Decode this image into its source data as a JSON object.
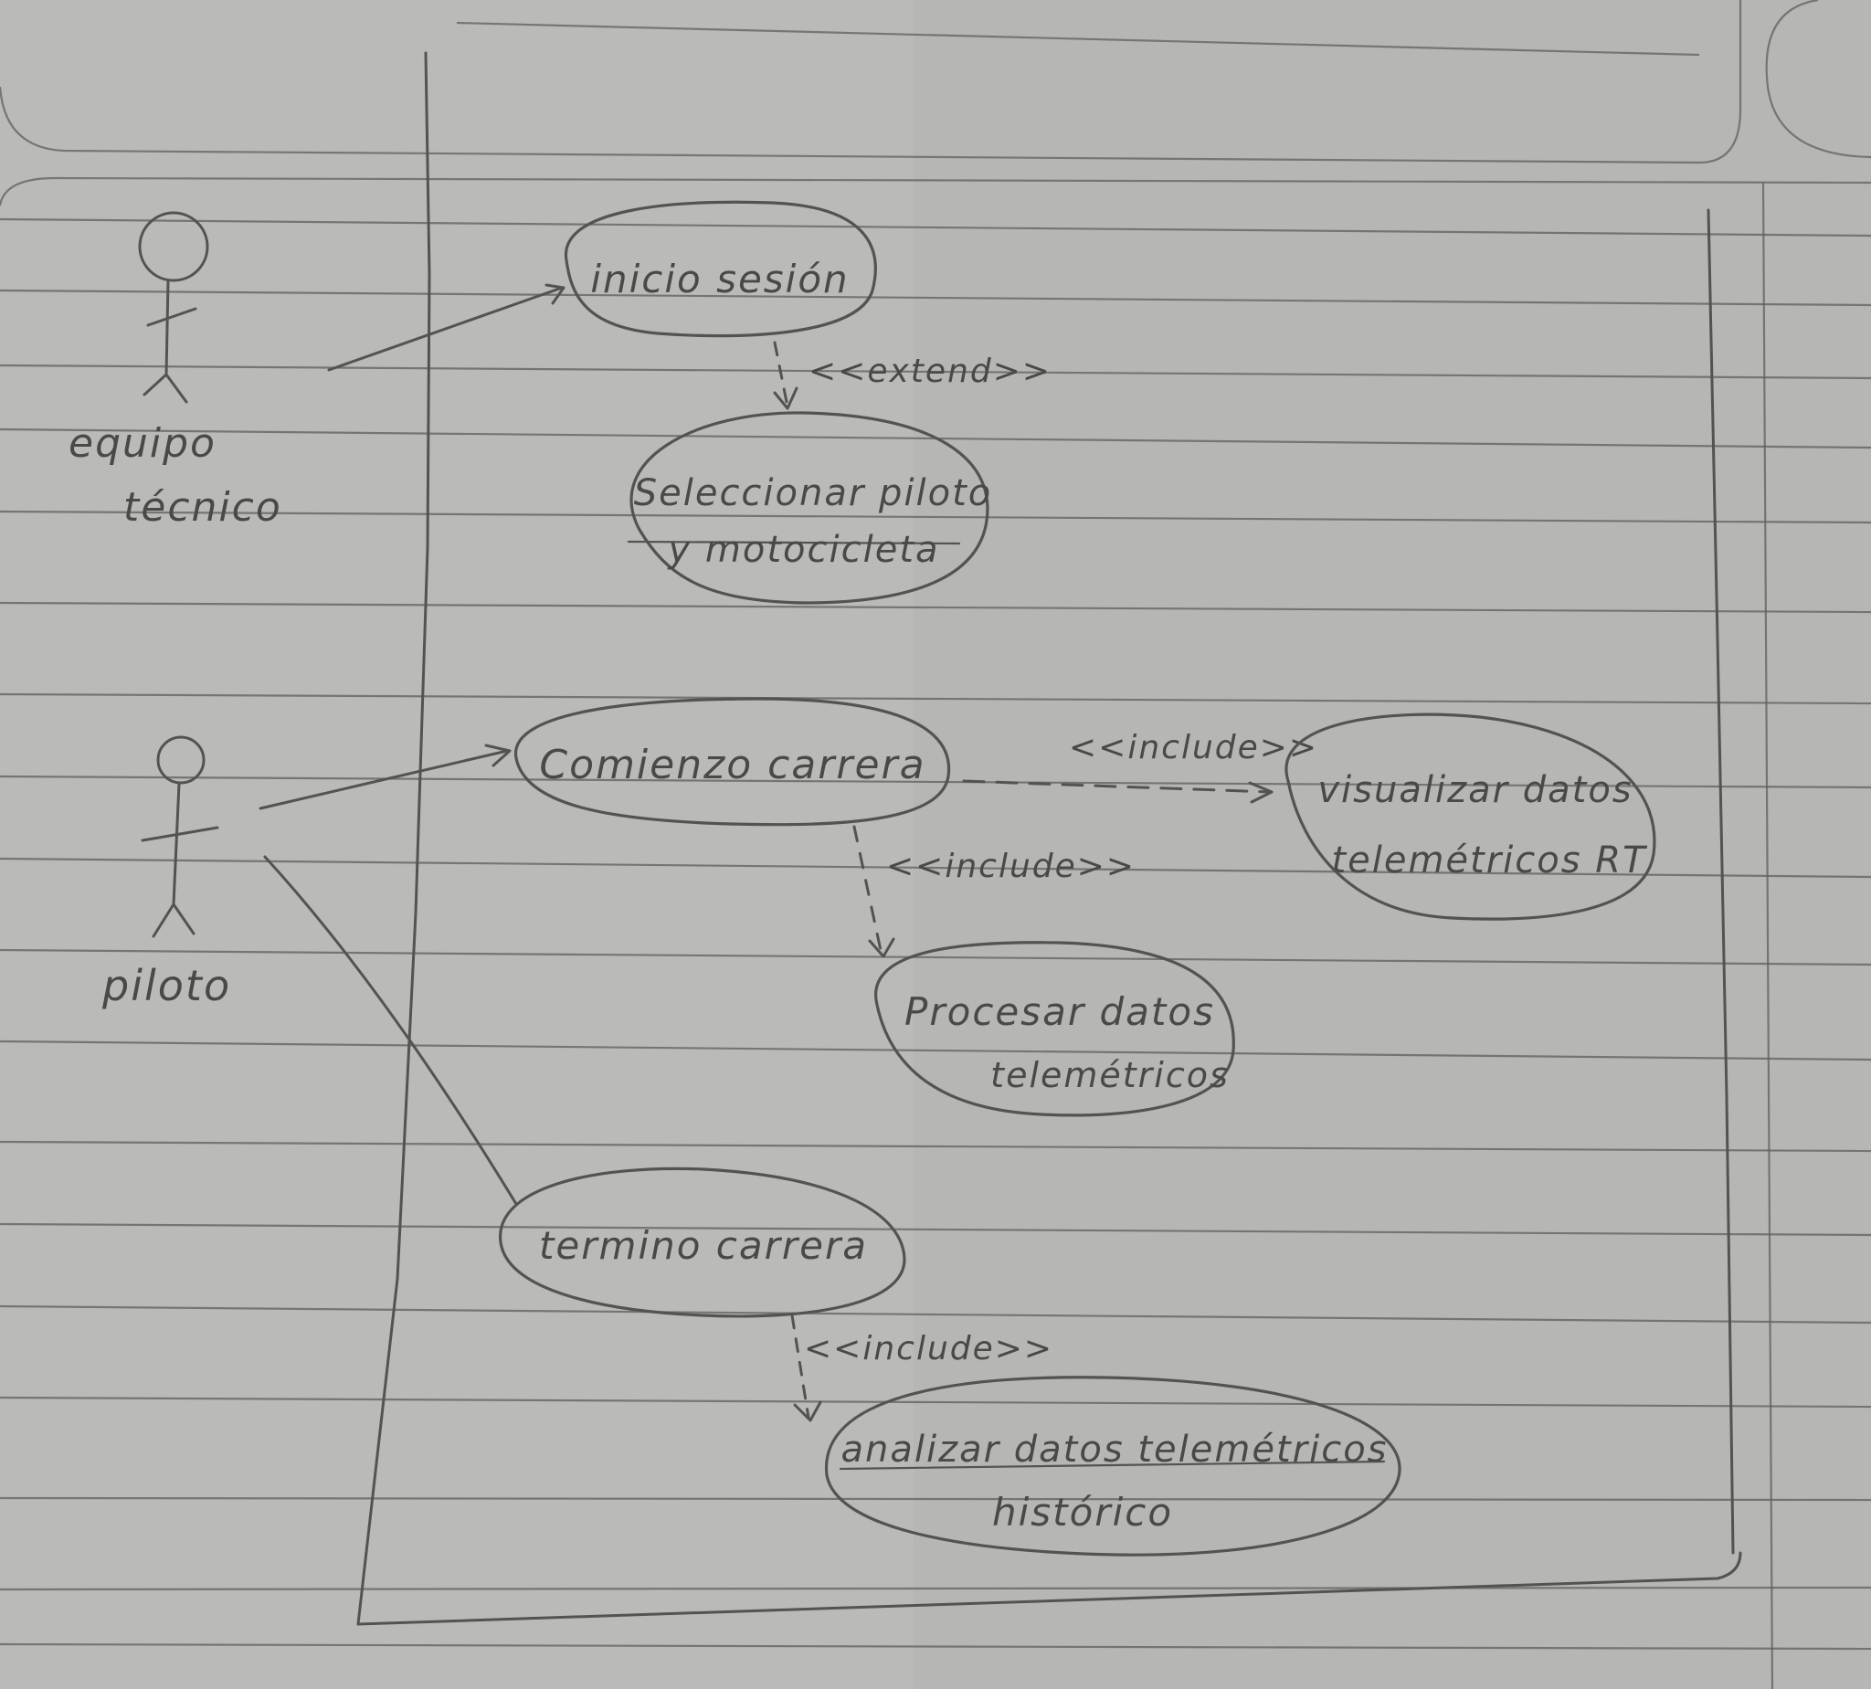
{
  "diagram": {
    "actors": [
      {
        "id": "equipo",
        "label_line1": "equipo",
        "label_line2": "técnico"
      },
      {
        "id": "piloto",
        "label_line1": "piloto"
      }
    ],
    "use_cases": [
      {
        "id": "inicio",
        "line1": "inicio sesión",
        "line2": ""
      },
      {
        "id": "seleccionar",
        "line1": "Seleccionar piloto",
        "line2": "y motocicleta"
      },
      {
        "id": "comienzo",
        "line1": "Comienzo carrera",
        "line2": ""
      },
      {
        "id": "visualizar",
        "line1": "visualizar datos",
        "line2": "telemétricos RT"
      },
      {
        "id": "procesar",
        "line1": "Procesar datos",
        "line2": "telemétricos"
      },
      {
        "id": "termino",
        "line1": "termino carrera",
        "line2": ""
      },
      {
        "id": "analizar",
        "line1": "analizar datos telemétricos",
        "line2": "histórico"
      }
    ],
    "relations": [
      {
        "from": "equipo",
        "to": "inicio",
        "kind": "association"
      },
      {
        "from": "inicio",
        "to": "seleccionar",
        "kind": "extend",
        "label": "<<extend>>"
      },
      {
        "from": "piloto",
        "to": "comienzo",
        "kind": "association"
      },
      {
        "from": "comienzo",
        "to": "visualizar",
        "kind": "include",
        "label": "<<include>>"
      },
      {
        "from": "comienzo",
        "to": "procesar",
        "kind": "include",
        "label": "<<include>>"
      },
      {
        "from": "piloto",
        "to": "termino",
        "kind": "association"
      },
      {
        "from": "termino",
        "to": "analizar",
        "kind": "include",
        "label": "<<include>>"
      }
    ]
  }
}
